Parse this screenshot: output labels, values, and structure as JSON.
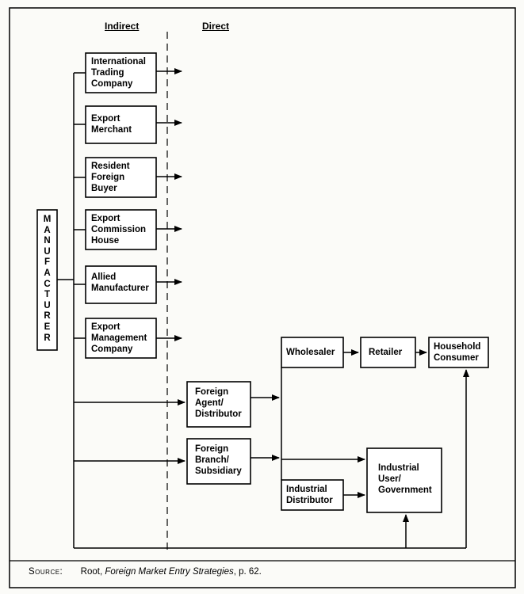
{
  "header": {
    "indirect_label": "Indirect",
    "direct_label": "Direct"
  },
  "manufacturer": {
    "label": "M\nA\nN\nU\nF\nA\nC\nT\nU\nR\nE\nR"
  },
  "indirect_channels": [
    {
      "id": "itc",
      "label": "International\nTrading\nCompany"
    },
    {
      "id": "em",
      "label": "Export\nMerchant"
    },
    {
      "id": "rfb",
      "label": "Resident\nForeign\nBuyer"
    },
    {
      "id": "ech",
      "label": "Export\nCommission\nHouse"
    },
    {
      "id": "am",
      "label": "Allied\nManufacturer"
    },
    {
      "id": "emc",
      "label": "Export\nManagement\nCompany"
    }
  ],
  "direct_channels": {
    "agent": "Foreign\nAgent/\nDistributor",
    "branch": "Foreign\nBranch/\nSubsidiary"
  },
  "market_nodes": {
    "wholesaler": "Wholesaler",
    "retailer": "Retailer",
    "household": "Household\nConsumer",
    "industrial_distributor": "Industrial\nDistributor",
    "industrial_user": "Industrial\nUser/\nGovernment"
  },
  "source": {
    "prefix": "Source:",
    "author": "Root,",
    "title": "Foreign Market Entry Strategies",
    "page": ", p. 62."
  }
}
